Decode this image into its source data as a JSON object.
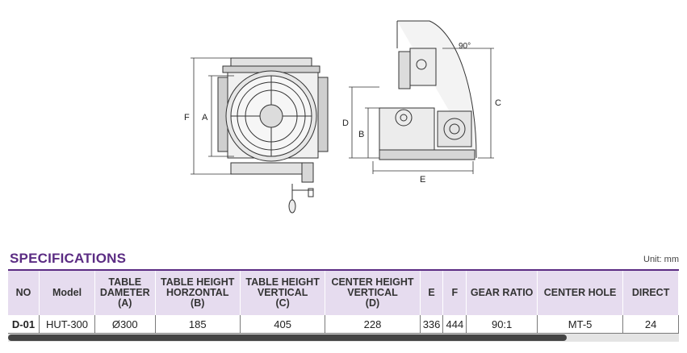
{
  "drawing": {
    "labels": {
      "f": "F",
      "a": "A",
      "d": "D",
      "b": "B",
      "c": "C",
      "e": "E",
      "angle": "90°"
    }
  },
  "spec": {
    "title": "SPECIFICATIONS",
    "unit": "Unit: mm",
    "headers": [
      [
        "NO"
      ],
      [
        "Model"
      ],
      [
        "TABLE",
        "DAMETER",
        "(A)"
      ],
      [
        "TABLE HEIGHT",
        "HORZONTAL",
        "(B)"
      ],
      [
        "TABLE HEIGHT",
        "VERTICAL",
        "(C)"
      ],
      [
        "CENTER HEIGHT",
        "VERTICAL",
        "(D)"
      ],
      [
        "E"
      ],
      [
        "F"
      ],
      [
        "GEAR RATIO"
      ],
      [
        "CENTER HOLE"
      ],
      [
        "DIRECT"
      ]
    ],
    "rows": [
      [
        "D-01",
        "HUT-300",
        "Ø300",
        "185",
        "405",
        "228",
        "336",
        "444",
        "90:1",
        "MT-5",
        "24"
      ]
    ]
  }
}
